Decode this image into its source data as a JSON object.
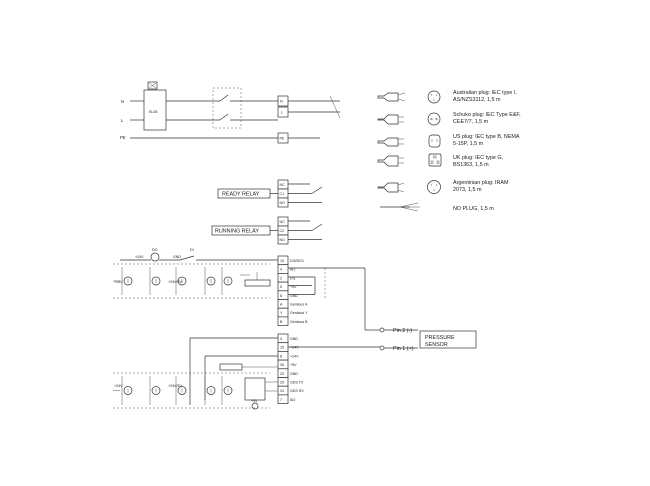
{
  "mains": {
    "inputs": [
      "N",
      "L",
      "PE"
    ],
    "filter_label": "EL08",
    "outputs": [
      "N",
      "L",
      "PE"
    ]
  },
  "plugs": [
    {
      "line1": "Australian plug: IEC type I,",
      "line2": "AS/NZS3112, 1,5 m"
    },
    {
      "line1": "Schuko plug: IEC Type E&F,",
      "line2": "CEE7/7, 1,5 m"
    },
    {
      "line1": "US plug: IEC type B, NEMA",
      "line2": "5-15P, 1,5 m"
    },
    {
      "line1": "UK plug: IEC type G,",
      "line2": "BS1363, 1,5 m"
    },
    {
      "line1": "Argentinian plug: IRAM",
      "line2": "2073, 1,5 m"
    },
    {
      "line1": "NO PLUG, 1,5 m",
      "line2": ""
    }
  ],
  "relays": [
    {
      "label": "READY RELAY",
      "terminals": [
        "NC",
        "C1",
        "NO"
      ]
    },
    {
      "label": "RUNNING RELAY",
      "terminals": [
        "NC",
        "C2",
        "NO"
      ]
    }
  ],
  "top_inputs": {
    "do_label": "DO",
    "di_label": "DI",
    "v24_label": "+24V",
    "gnd_label": "GND"
  },
  "terminal_block_1": [
    {
      "num": "10",
      "label": "DI3/DO1"
    },
    {
      "num": "4",
      "label": "AI1"
    },
    {
      "num": "2",
      "label": "DI1"
    },
    {
      "num": "5",
      "label": "+5V"
    },
    {
      "num": "6",
      "label": "GND"
    },
    {
      "num": "A",
      "label": "Geniious A"
    },
    {
      "num": "Y",
      "label": "Geniious Y"
    },
    {
      "num": "B",
      "label": "Geniious B"
    }
  ],
  "terminal_block_2": [
    {
      "num": "3",
      "label": "GND"
    },
    {
      "num": "15",
      "label": "+24V"
    },
    {
      "num": "8",
      "label": "+24V"
    },
    {
      "num": "26",
      "label": "+5V"
    },
    {
      "num": "23",
      "label": "GND"
    },
    {
      "num": "25",
      "label": "GDS TX"
    },
    {
      "num": "24",
      "label": "GDS RX"
    },
    {
      "num": "7",
      "label": "AI2"
    }
  ],
  "sensor": {
    "pin2": "Pin 2 (-)",
    "pin1": "Pin 1 (+)",
    "line1": "PRESSURE",
    "line2": "SENSOR"
  },
  "supply_labels": {
    "v24": "+24V",
    "v24_5v": "+24V/5V",
    "v5": "+5V"
  }
}
